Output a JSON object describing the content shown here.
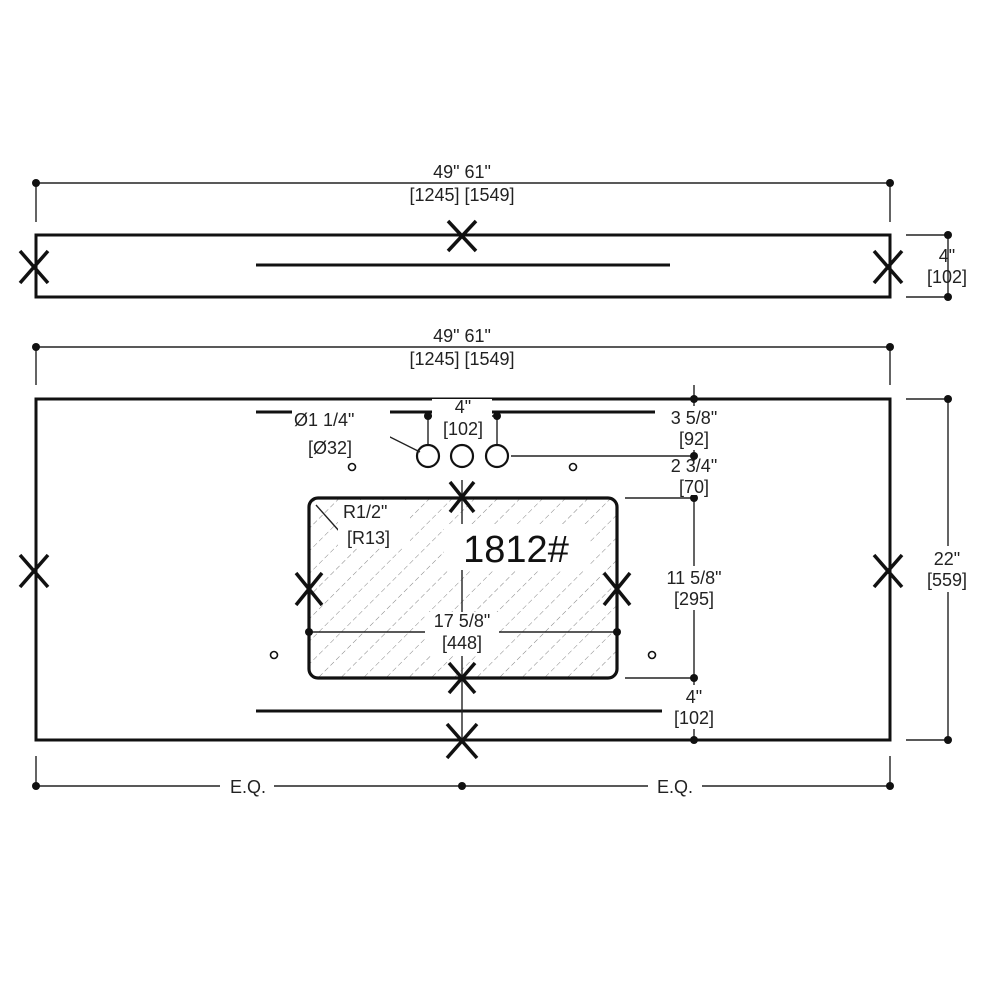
{
  "backsplash": {
    "width_in": "49\"  61\"",
    "width_mm": "[1245] [1549]",
    "height_in": "4\"",
    "height_mm": "[102]"
  },
  "countertop": {
    "width_in": "49\"  61\"",
    "width_mm": "[1245] [1549]",
    "depth_in": "22\"",
    "depth_mm": "[559]",
    "left_eq": "E.Q.",
    "right_eq": "E.Q."
  },
  "faucet": {
    "hole_dia_in": "Ø1 1/4\"",
    "hole_dia_mm": "[Ø32]",
    "spacing_in": "4\"",
    "spacing_mm": "[102]",
    "from_back_in": "3 5/8\"",
    "from_back_mm": "[92]",
    "to_sink_in": "2 3/4\"",
    "to_sink_mm": "[70]"
  },
  "sink": {
    "model": "1812#",
    "radius_in": "R1/2\"",
    "radius_mm": "[R13]",
    "width_in": "17 5/8\"",
    "width_mm": "[448]",
    "depth_in": "11 5/8\"",
    "depth_mm": "[295]",
    "front_in": "4\"",
    "front_mm": "[102]"
  }
}
